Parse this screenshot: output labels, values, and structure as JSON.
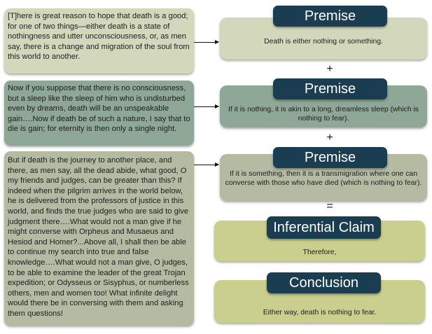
{
  "colors": {
    "quote1_bg": "#d3d8bd",
    "quote2_bg": "#8ea796",
    "quote3_bg": "#b5baa3",
    "conclusion_bg": "#cacf8d",
    "badge_bg": "#1a3d52"
  },
  "quotes": [
    {
      "text": "[T]here is great reason to hope that death is a good; for one of two things—either death is a state of nothingness and utter unconsciousness, or, as men say, there is a change and migration of the soul from this world to another."
    },
    {
      "text": "Now if you suppose that there is no consciousness, but a sleep like the sleep of him who is undisturbed even by dreams, death will be an unspeakable gain….Now if death be of such a nature, I say that to die is gain; for eternity is then only a single night."
    },
    {
      "text": "But if death is the journey to another place, and there, as men say, all the dead abide, what good, O my friends and judges, can be greater than this? If indeed when the pilgrim arrives in the world below, he is delivered from the professors of justice in this world, and finds the true judges who are said to give judgment there….What would not a man give if he might converse with Orpheus and Musaeus and Hesiod and Homer?...Above all, I shall then be able to continue my search into true and false knowledge….What would not a man give, O judges, to be able to examine the leader of the great Trojan expedition; or Odysseus or Sisyphus, or numberless others, men and women too! What infinite delight would there be in conversing with them and asking them questions!"
    }
  ],
  "premises": [
    {
      "label": "Premise",
      "text": "Death is either nothing or something."
    },
    {
      "label": "Premise",
      "text": "If it is nothing, it is akin to a long, dreamless sleep (which is nothing to fear)."
    },
    {
      "label": "Premise",
      "text": "If it is something, then it is a transmigration where one can converse with those who have died (which is nothing to fear)."
    }
  ],
  "operators": {
    "plus": "+",
    "equals": "="
  },
  "inferential": {
    "label": "Inferential Claim",
    "text": "Therefore,"
  },
  "conclusion": {
    "label": "Conclusion",
    "text": "Either way, death is nothing to fear."
  }
}
